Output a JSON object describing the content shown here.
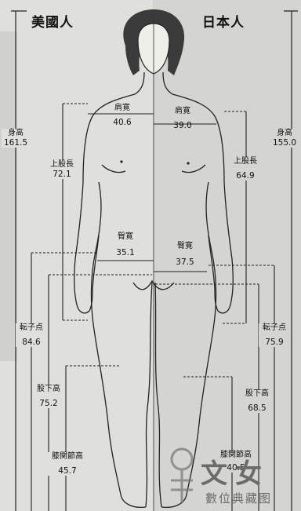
{
  "header": {
    "left": "美國人",
    "right": "日本人"
  },
  "measurements": {
    "us": {
      "height": {
        "label": "身高",
        "value": "161.5"
      },
      "arm": {
        "label": "上股長",
        "value": "72.1"
      },
      "shoulder": {
        "label": "肩寛",
        "value": "40.6"
      },
      "hip": {
        "label": "臀寛",
        "value": "35.1"
      },
      "trochanter": {
        "label": "転子点",
        "value": "84.6"
      },
      "crotch": {
        "label": "股下高",
        "value": "75.2"
      },
      "knee": {
        "label": "膝関節高",
        "value": "45.7"
      }
    },
    "jp": {
      "height": {
        "label": "身高",
        "value": "155.0"
      },
      "arm": {
        "label": "上股長",
        "value": "64.9"
      },
      "shoulder": {
        "label": "肩寛",
        "value": "39.0"
      },
      "hip": {
        "label": "臀寛",
        "value": "37.5"
      },
      "trochanter": {
        "label": "転子点",
        "value": "75.9"
      },
      "crotch": {
        "label": "股下高",
        "value": "68.5"
      },
      "knee": {
        "label": "膝関節高",
        "value": "40.5"
      }
    }
  },
  "watermark": {
    "line1": "文女",
    "line2": "數位典藏图"
  }
}
